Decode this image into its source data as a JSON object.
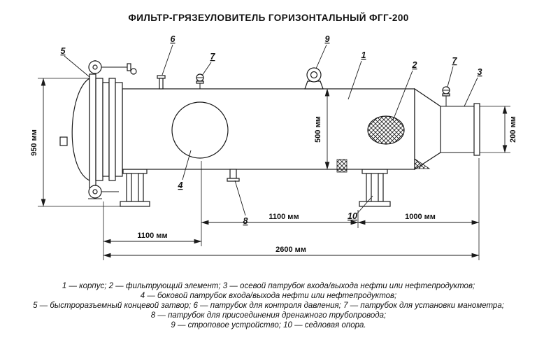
{
  "title": "ФИЛЬТР-ГРЯЗЕУЛОВИТЕЛЬ ГОРИЗОНТАЛЬНЫЙ ФГГ-200",
  "callouts": {
    "n1": "1",
    "n2": "2",
    "n3": "3",
    "n4": "4",
    "n5": "5",
    "n6": "6",
    "n7a": "7",
    "n7b": "7",
    "n8": "8",
    "n9": "9",
    "n10": "10"
  },
  "dimensions": {
    "v950": "950 мм",
    "v500": "500 мм",
    "v200": "200 мм",
    "h1100a": "1100 мм",
    "h1100b": "1100 мм",
    "h1000": "1000 мм",
    "h2600": "2600 мм"
  },
  "legend": {
    "lines": [
      "1 — корпус; 2 — фильтрующий элемент; 3 — осевой патрубок входа/выхода нефти или нефтепродуктов;",
      "4 — боковой патрубок входа/выхода нефти или нефтепродуктов;",
      "5 — быстроразъемный концевой затвор; 6 — патрубок для контроля давления; 7 — патрубок для установки манометра;",
      "8 — патрубок для присоединения дренажного трубопровода;",
      "9 — строповое устройство; 10 — седловая опора."
    ]
  },
  "colors": {
    "line": "#1a1a1a",
    "background": "#ffffff"
  }
}
